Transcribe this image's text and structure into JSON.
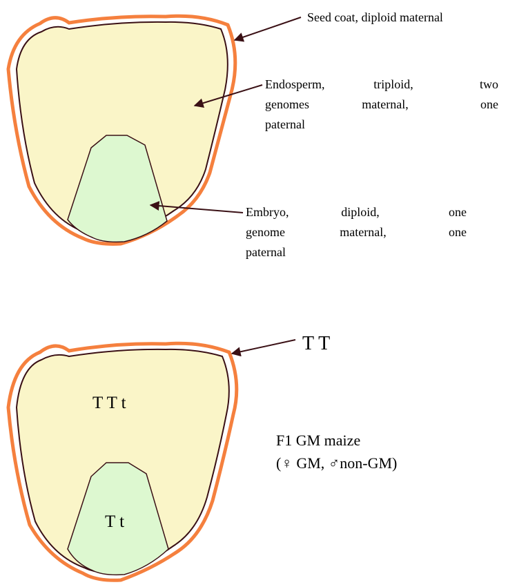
{
  "top_figure": {
    "seed_coat_label": "Seed coat, diploid maternal",
    "endosperm_label": {
      "line1": [
        "Endosperm,",
        "triploid,",
        "two"
      ],
      "line2": [
        "genomes",
        "maternal,",
        "one"
      ],
      "line3": "paternal"
    },
    "embryo_label": {
      "line1": [
        "Embryo,",
        "diploid,",
        "one"
      ],
      "line2": [
        "genome",
        "maternal,",
        "one"
      ],
      "line3": "paternal"
    }
  },
  "bottom_figure": {
    "seed_coat_genotype": "T T",
    "endosperm_genotype": "T T t",
    "embryo_genotype": "T t",
    "caption_line1": "F1 GM maize",
    "caption_line2": "(♀ GM, ♂non-GM)"
  },
  "colors": {
    "seed_coat": "#F5803E",
    "endosperm_fill": "#FAF5C8",
    "embryo_fill": "#DDF8D0",
    "outline": "#3A1015",
    "arrow": "#3A1015"
  }
}
